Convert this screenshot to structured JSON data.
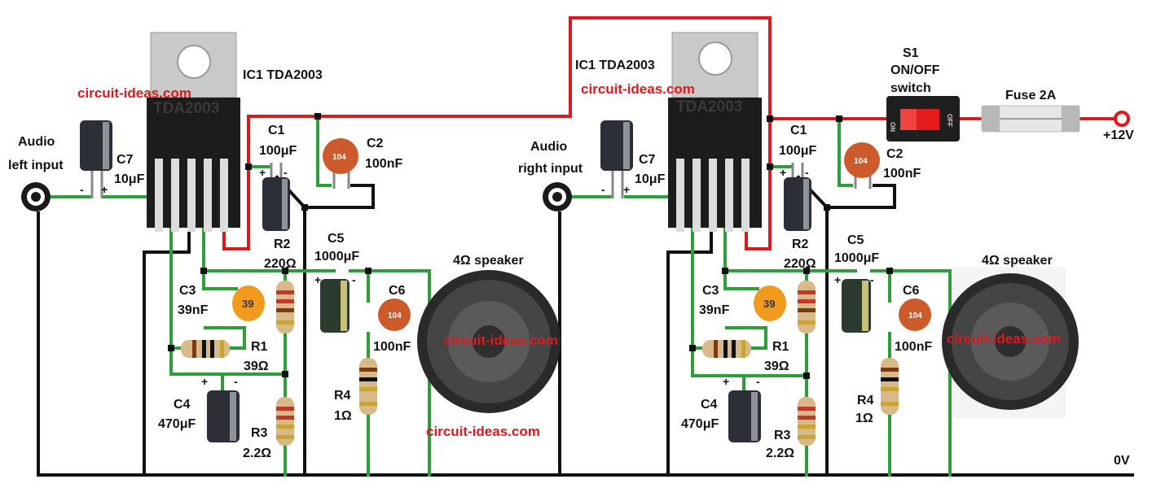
{
  "colors": {
    "ground_wire": "#111111",
    "signal_wire": "#2e9e3a",
    "supply_wire": "#e0171d",
    "watermark": "#e0171d",
    "resistor_body": "#d9b98a",
    "ceramic_cap": "#cc5a2a",
    "cap39_body": "#f19a1d",
    "electrolytic": "#2c2f35"
  },
  "watermark": "circuit-ideas.com",
  "chip_marking": "TDA2003",
  "channels": [
    {
      "ic": "IC1 TDA2003",
      "input": [
        "Audio",
        "left input"
      ],
      "c7": [
        "C7",
        "10μF"
      ],
      "c1": [
        "C1",
        "100μF"
      ],
      "c2": [
        "C2",
        "100nF"
      ],
      "r2": [
        "R2",
        "220Ω"
      ],
      "c5": [
        "C5",
        "1000μF"
      ],
      "c6": [
        "C6",
        "100nF"
      ],
      "c3": [
        "C3",
        "39nF"
      ],
      "r1": [
        "R1",
        "39Ω"
      ],
      "c4": [
        "C4",
        "470μF"
      ],
      "r3": [
        "R3",
        "2.2Ω"
      ],
      "r4": [
        "R4",
        "1Ω"
      ],
      "speaker": "4Ω speaker"
    },
    {
      "ic": "IC1 TDA2003",
      "input": [
        "Audio",
        "right input"
      ],
      "c7": [
        "C7",
        "10μF"
      ],
      "c1": [
        "C1",
        "100μF"
      ],
      "c2": [
        "C2",
        "100nF"
      ],
      "r2": [
        "R2",
        "220Ω"
      ],
      "c5": [
        "C5",
        "1000μF"
      ],
      "c6": [
        "C6",
        "100nF"
      ],
      "c3": [
        "C3",
        "39nF"
      ],
      "r1": [
        "R1",
        "39Ω"
      ],
      "c4": [
        "C4",
        "470μF"
      ],
      "r3": [
        "R3",
        "2.2Ω"
      ],
      "r4": [
        "R4",
        "1Ω"
      ],
      "speaker": "4Ω speaker"
    }
  ],
  "switch": [
    "S1",
    "ON/OFF",
    "switch"
  ],
  "switch_marks": {
    "on": "ON",
    "off": "OFF"
  },
  "fuse": "Fuse 2A",
  "supply": "+12V",
  "ground": "0V",
  "cap_codes": {
    "c2": "104",
    "c6": "104",
    "c3": "39"
  },
  "polarity": {
    "plus": "+",
    "minus": "-"
  }
}
